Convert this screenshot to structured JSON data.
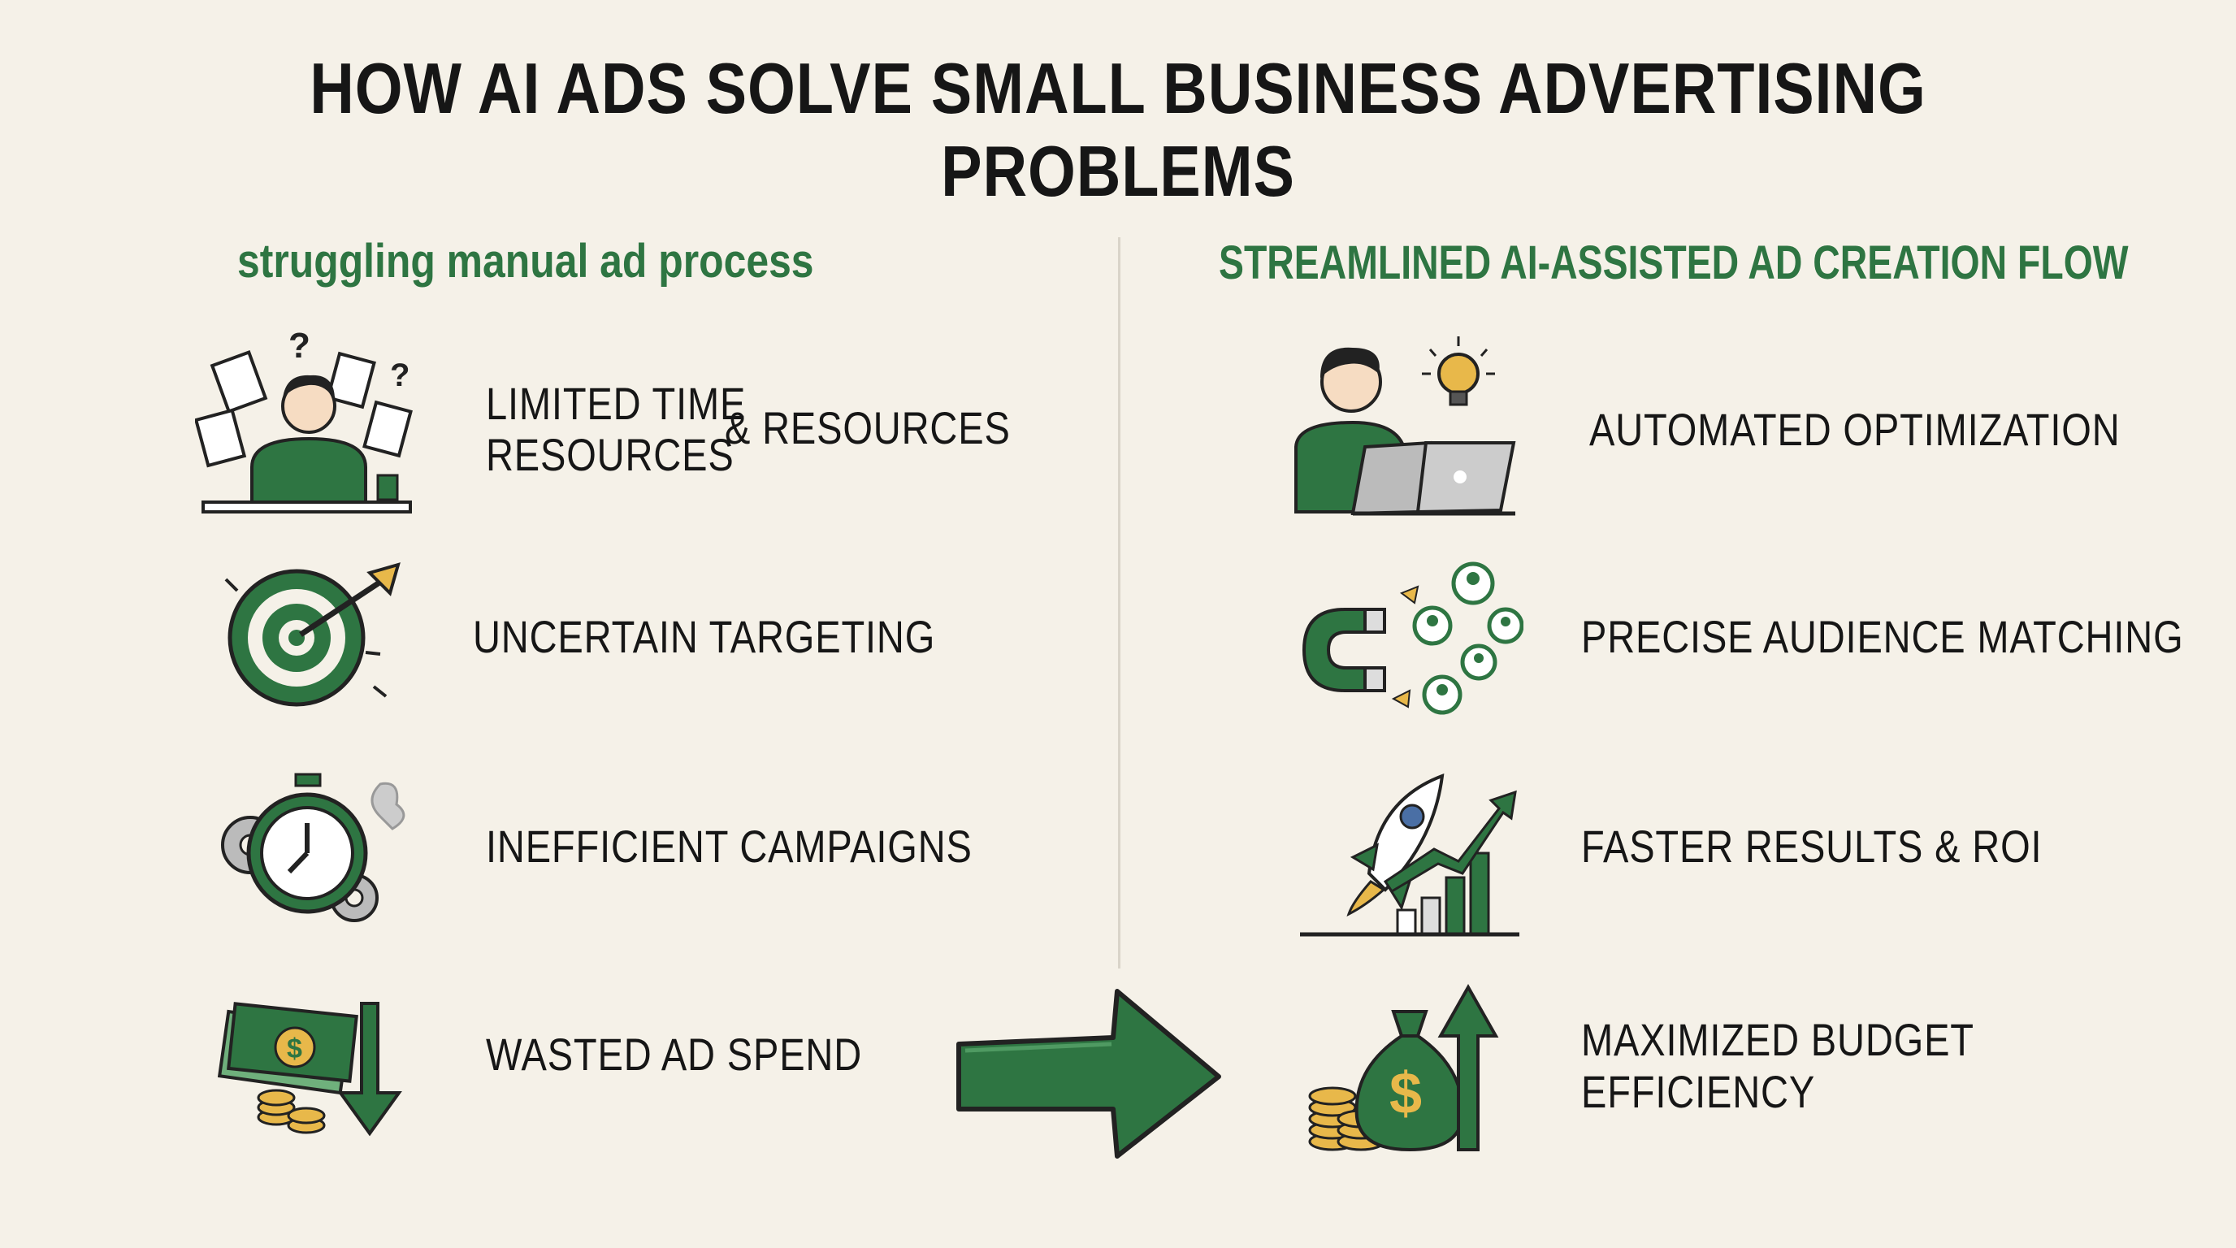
{
  "title": "HOW AI ADS SOLVE SMALL BUSINESS ADVERTISING PROBLEMS",
  "left": {
    "heading": "struggling manual ad process",
    "items": [
      {
        "line1": "LIMITED TIME",
        "line2": "RESOURCES",
        "extra": "& RESOURCES",
        "icon": "stressed-person-icon"
      },
      {
        "line1": "UNCERTAIN TARGETING",
        "icon": "target-icon"
      },
      {
        "line1": "INEFFICIENT CAMPAIGNS",
        "icon": "stopwatch-gears-icon"
      },
      {
        "line1": "WASTED AD SPEND",
        "icon": "money-down-icon"
      }
    ]
  },
  "right": {
    "heading": "STREAMLINED AI-ASSISTED AD CREATION FLOW",
    "items": [
      {
        "line1": "AUTOMATED OPTIMIZATION",
        "icon": "person-laptop-idea-icon"
      },
      {
        "line1": "PRECISE AUDIENCE MATCHING",
        "icon": "magnet-audience-icon"
      },
      {
        "line1": "FASTER RESULTS & ROI",
        "icon": "rocket-growth-icon"
      },
      {
        "line1": "MAXIMIZED BUDGET",
        "line2": "EFFICIENCY",
        "icon": "money-bag-up-icon"
      }
    ]
  },
  "colors": {
    "green": "#2e7542",
    "background": "#f5f1e8",
    "gold": "#e8b84a"
  }
}
